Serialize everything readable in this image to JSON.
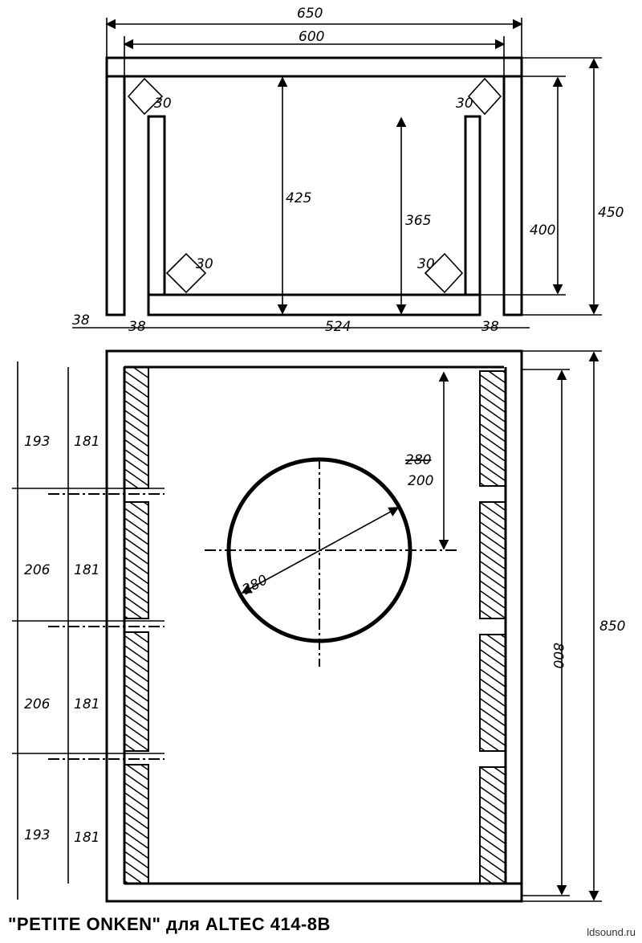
{
  "title": "\"PETITE ONKEN\" для ALTEC 414-8B",
  "watermark": "ldsound.ru",
  "top_view": {
    "width_outer": "650",
    "width_inner": "600",
    "depth_inner": "425",
    "port_depth": "365",
    "height_inner": "400",
    "height_outer": "450",
    "brace_labels": [
      "30",
      "30",
      "30",
      "30"
    ],
    "thickness_left_outer": "38",
    "thickness_left": "38",
    "width_between": "524",
    "thickness_right": "38"
  },
  "front_view": {
    "cutout_diameter": "280",
    "cutout_offset_old": "280",
    "cutout_offset": "200",
    "height_inner": "800",
    "height_outer": "850",
    "left_outer_dims": [
      "193",
      "206",
      "206",
      "193"
    ],
    "left_inner_dims": [
      "181",
      "181",
      "181",
      "181"
    ]
  }
}
